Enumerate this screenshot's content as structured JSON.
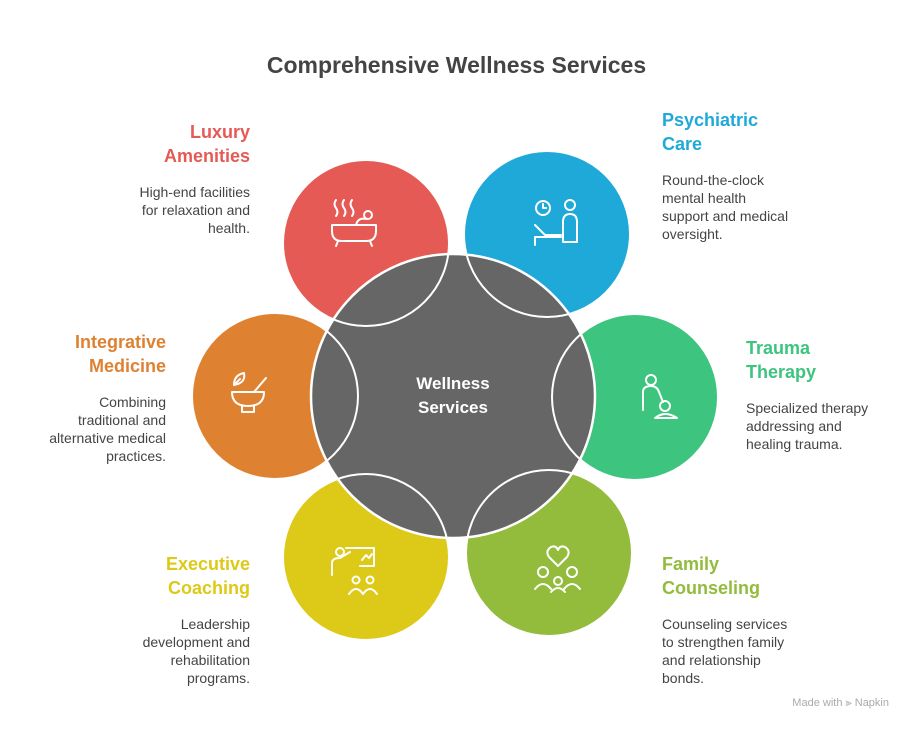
{
  "title": "Comprehensive Wellness Services",
  "center": {
    "label": "Wellness\nServices",
    "color": "#666666"
  },
  "services": [
    {
      "id": "luxury",
      "label": "Luxury\nAmenities",
      "desc": "High-end facilities\nfor relaxation and\nhealth.",
      "color": "#E55A54",
      "icon": "bathtub-icon"
    },
    {
      "id": "psychiatric",
      "label": "Psychiatric\nCare",
      "desc": "Round-the-clock\nmental health\nsupport and medical\noversight.",
      "color": "#1FA9D8",
      "icon": "clock-patient-icon"
    },
    {
      "id": "trauma",
      "label": "Trauma\nTherapy",
      "desc": "Specialized therapy\naddressing and\nhealing trauma.",
      "color": "#3DC47E",
      "icon": "therapist-icon"
    },
    {
      "id": "family",
      "label": "Family\nCounseling",
      "desc": "Counseling services\nto strengthen family\nand relationship\nbonds.",
      "color": "#93BB3C",
      "icon": "family-heart-icon"
    },
    {
      "id": "executive",
      "label": "Executive\nCoaching",
      "desc": "Leadership\ndevelopment and\nrehabilitation\nprograms.",
      "color": "#DDC918",
      "icon": "presentation-icon"
    },
    {
      "id": "integrative",
      "label": "Integrative\nMedicine",
      "desc": "Combining\ntraditional and\nalternative medical\npractices.",
      "color": "#DE8231",
      "icon": "mortar-leaf-icon"
    }
  ],
  "watermark": "Made with ⫸ Napkin"
}
